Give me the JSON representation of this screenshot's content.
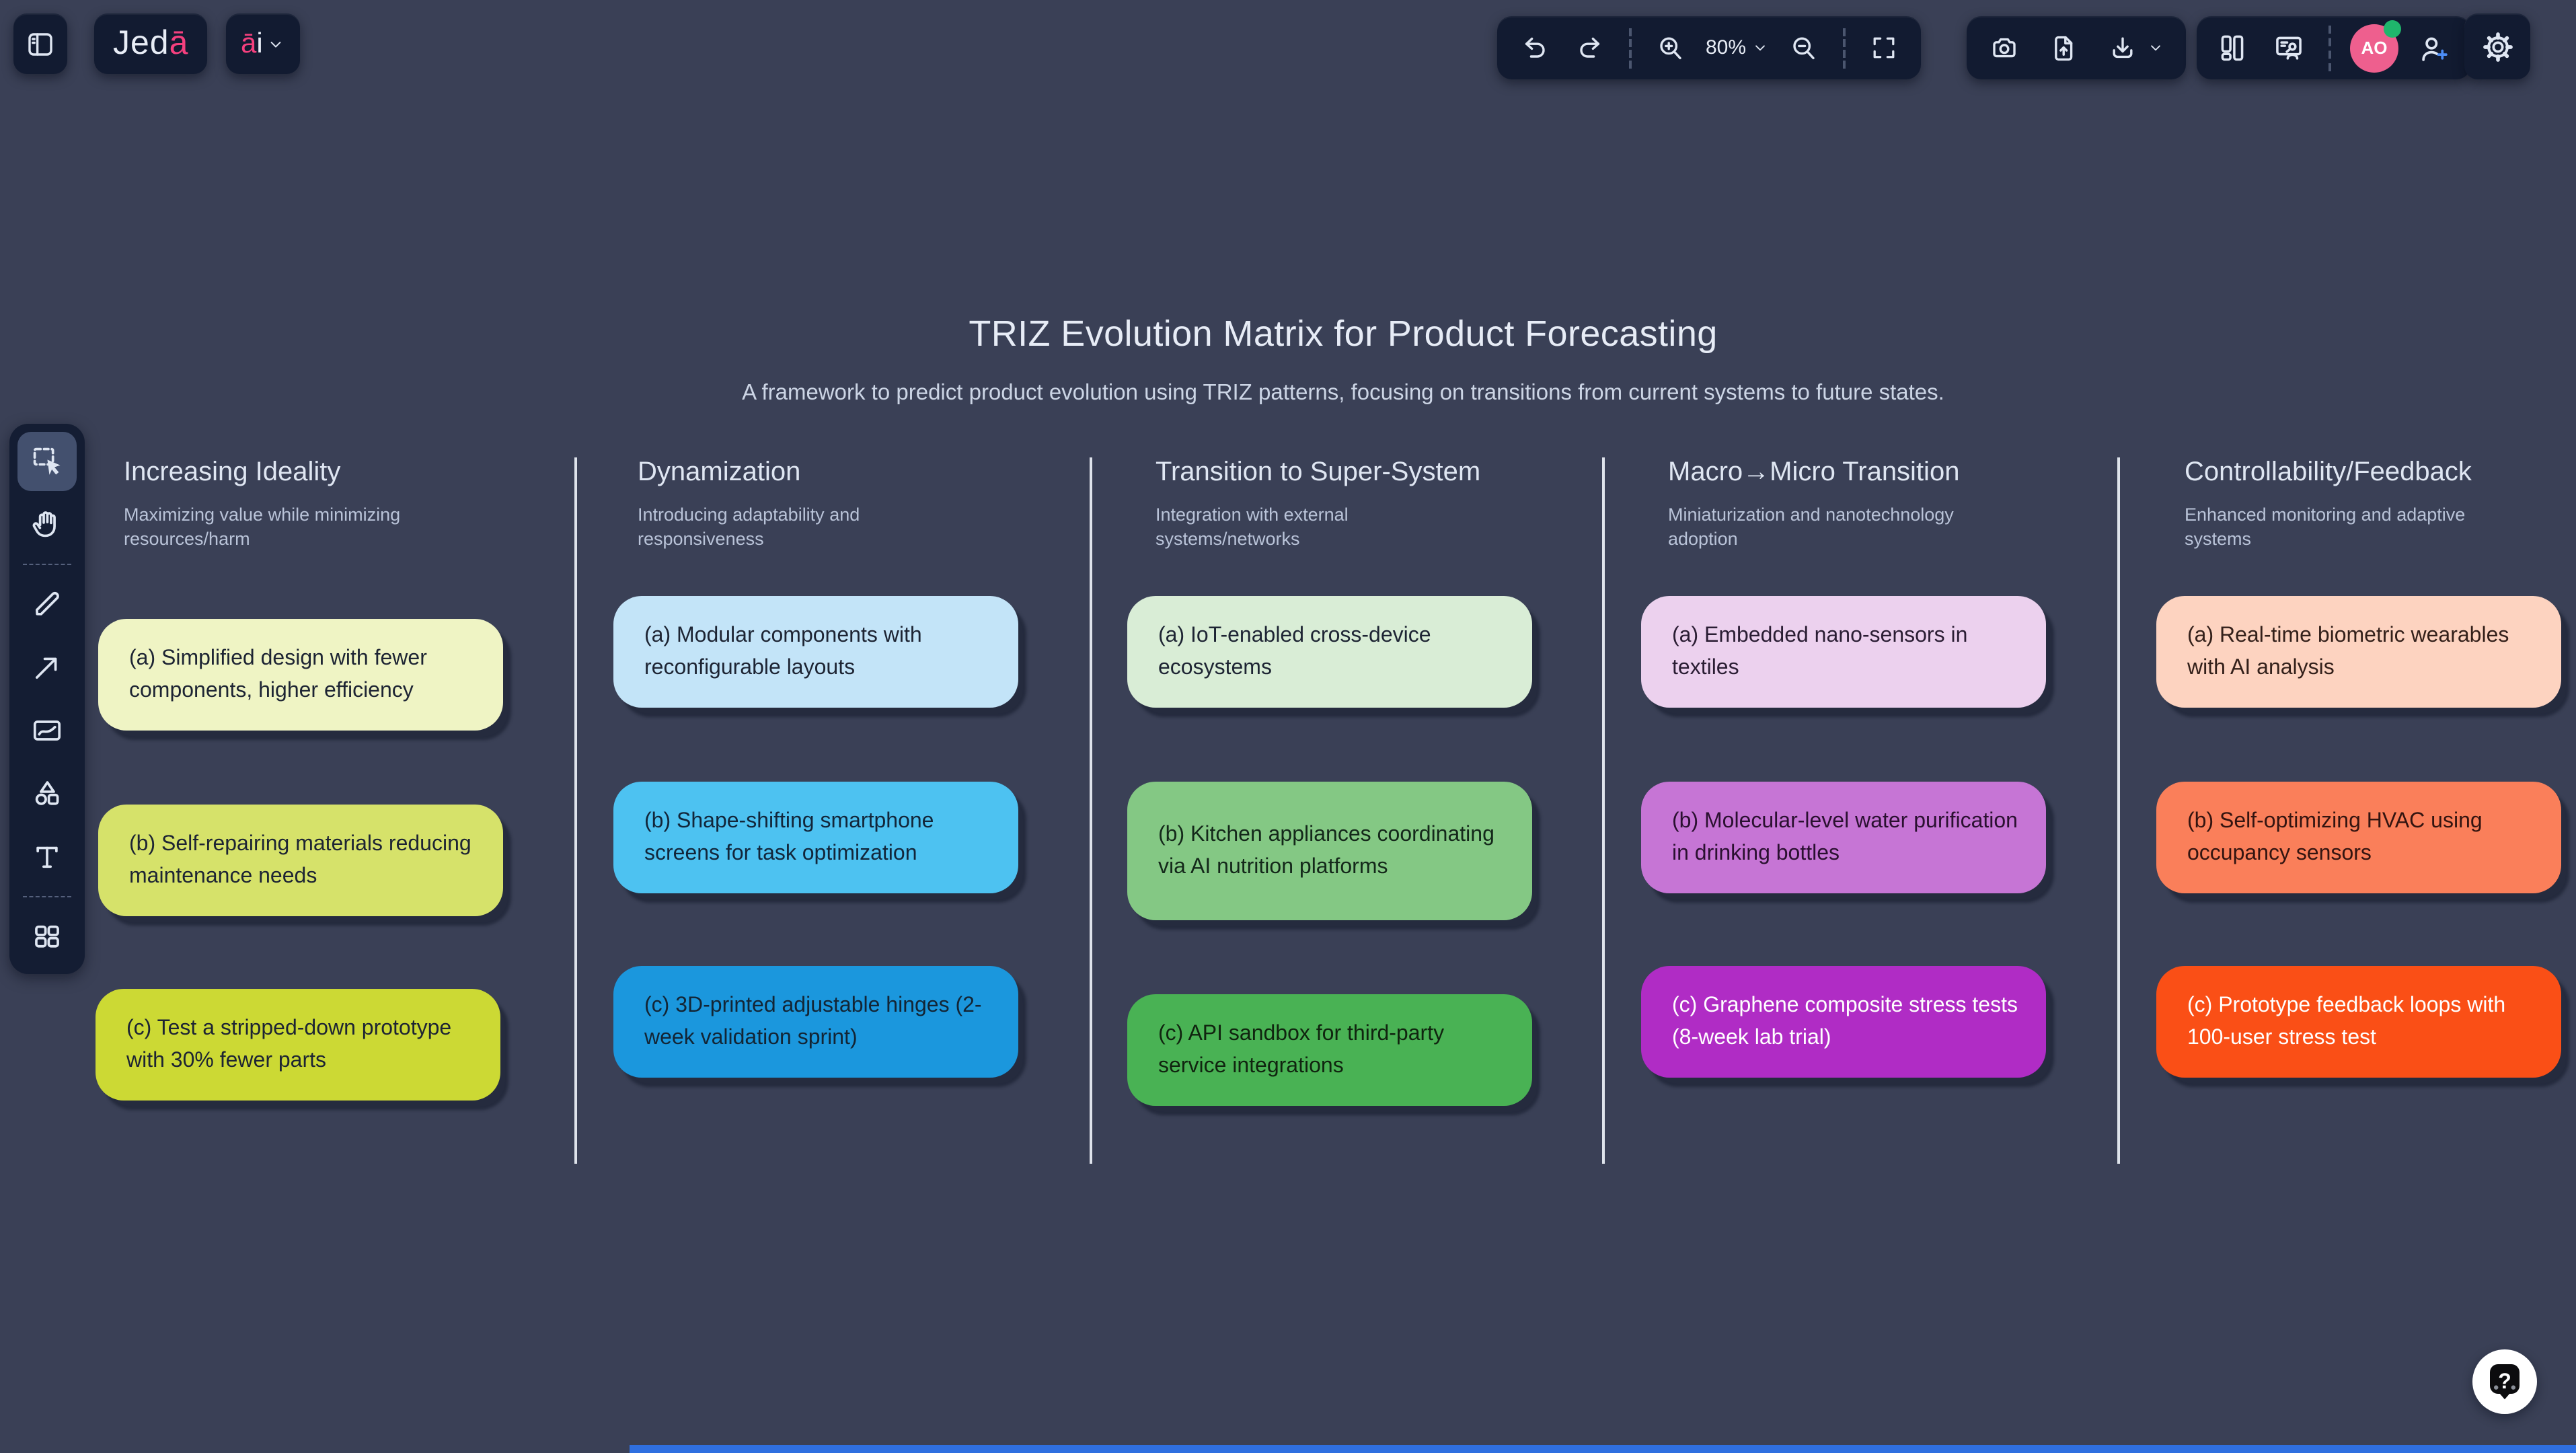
{
  "topbar": {
    "logo": {
      "prefix": "Jed",
      "accent": "ā"
    },
    "ai_button": {
      "accent": "ā",
      "suffix": "i",
      "icon": "chevron-down-icon"
    },
    "history": {
      "icons": [
        "undo-icon",
        "redo-icon"
      ]
    },
    "zoom": {
      "level": "80%",
      "icons": [
        "zoom-in-icon",
        "chevron-down-icon",
        "zoom-out-icon"
      ]
    },
    "view": {
      "icons": [
        "fullscreen-icon"
      ]
    },
    "capture": {
      "icons": [
        "camera-icon",
        "import-file-icon",
        "download-icon",
        "chevron-down-icon"
      ]
    },
    "workspace": {
      "icons": [
        "frames-icon",
        "present-icon"
      ]
    },
    "user": {
      "initials": "AO",
      "avatar_color": "#ee5f8e",
      "status_color": "#1fb66c",
      "invite_icon": "add-user-icon"
    },
    "settings": {
      "icon": "gear-icon"
    }
  },
  "sidebar": {
    "active_tool": "select",
    "tools": [
      "select",
      "pan",
      "pen",
      "connector",
      "image",
      "shapes",
      "text",
      "widgets"
    ]
  },
  "canvas": {
    "title": "TRIZ Evolution Matrix for Product Forecasting",
    "subtitle": "A framework to predict product evolution using TRIZ patterns, focusing on transitions from current systems to future states."
  },
  "columns": [
    {
      "title": "Increasing Ideality",
      "subtitle": "Maximizing value while minimizing resources/harm",
      "notes": [
        {
          "text": "(a) Simplified design with fewer components, higher efficiency",
          "bg": "#eff4c4",
          "fg": "#1d2433"
        },
        {
          "text": "(b) Self-repairing materials reducing maintenance needs",
          "bg": "#d6e26a",
          "fg": "#1d2433"
        },
        {
          "text": "(c) Test a stripped-down prototype with 30% fewer parts",
          "bg": "#ccd934",
          "fg": "#1d2433"
        }
      ]
    },
    {
      "title": "Dynamization",
      "subtitle": "Introducing adaptability and responsiveness",
      "notes": [
        {
          "text": "(a) Modular components with reconfigurable layouts",
          "bg": "#c3e4f8",
          "fg": "#1d2433"
        },
        {
          "text": "(b) Shape-shifting smartphone screens for task optimization",
          "bg": "#4dc2f1",
          "fg": "#12263a"
        },
        {
          "text": "(c) 3D-printed adjustable hinges (2-week validation sprint)",
          "bg": "#1b97dd",
          "fg": "#132535"
        }
      ]
    },
    {
      "title": "Transition to Super-System",
      "subtitle": "Integration with external systems/networks",
      "notes": [
        {
          "text": "(a) IoT-enabled cross-device ecosystems",
          "bg": "#d9edd6",
          "fg": "#1d2433"
        },
        {
          "text": "(b) Kitchen appliances coordinating via AI nutrition platforms",
          "bg": "#84c884",
          "fg": "#14281a"
        },
        {
          "text": "(c) API sandbox for third-party service integrations",
          "bg": "#49b254",
          "fg": "#10240f"
        }
      ]
    },
    {
      "title": "Macro→Micro Transition",
      "subtitle": "Miniaturization and nanotechnology adoption",
      "notes": [
        {
          "text": "(a) Embedded nano-sensors in textiles",
          "bg": "#ecd1ee",
          "fg": "#2a1d33"
        },
        {
          "text": "(b) Molecular-level water purification in drinking bottles",
          "bg": "#c675d5",
          "fg": "#2a1030"
        },
        {
          "text": "(c) Graphene composite stress tests (8-week lab trial)",
          "bg": "#b02cc5",
          "fg": "#ffffff"
        }
      ]
    },
    {
      "title": "Controllability/Feedback",
      "subtitle": "Enhanced monitoring and adaptive systems",
      "notes": [
        {
          "text": "(a) Real-time biometric wearables with AI analysis",
          "bg": "#fdd3c0",
          "fg": "#33201a"
        },
        {
          "text": "(b) Self-optimizing HVAC using occupancy sensors",
          "bg": "#fa7f5a",
          "fg": "#331410"
        },
        {
          "text": "(c) Prototype feedback loops with 100-user stress test",
          "bg": "#fa4f16",
          "fg": "#ffffff"
        }
      ]
    }
  ],
  "help": {
    "label": "?"
  },
  "footer": {
    "accent_bar_color": "#2f6fe0"
  }
}
